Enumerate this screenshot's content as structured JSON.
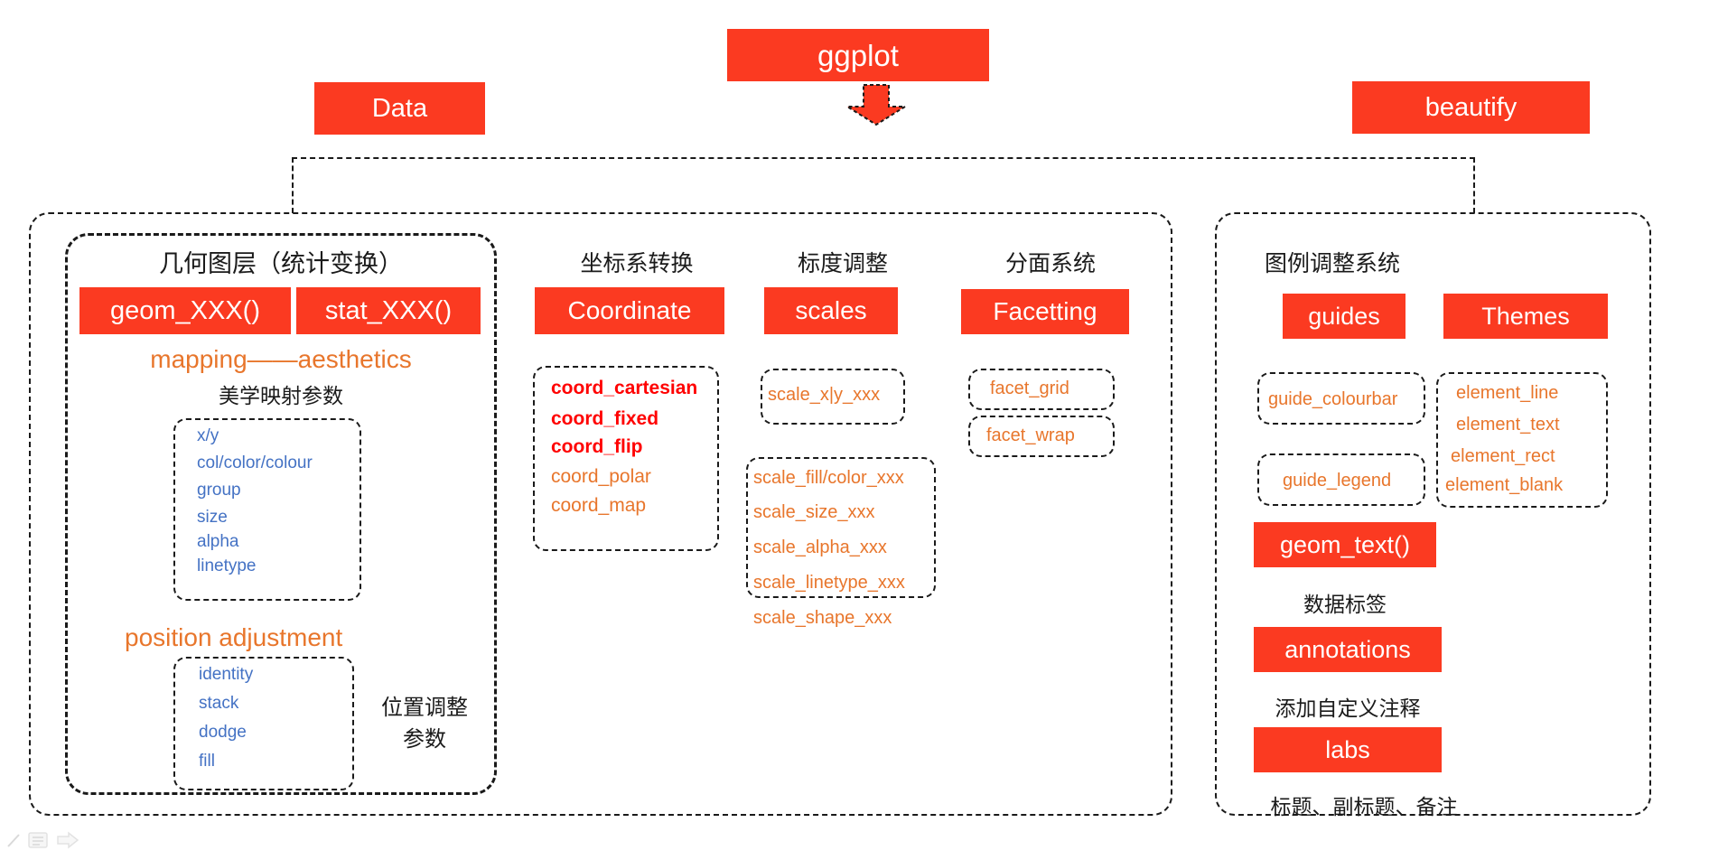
{
  "colors": {
    "accent_red": "#FB3A21",
    "orange": "#E8762C",
    "blue": "#4472C4",
    "bright_red": "#FF0000",
    "dash": "#1A1A1A"
  },
  "top": {
    "root_label": "ggplot",
    "data_label": "Data",
    "beautify_label": "beautify",
    "arrow_icon": "down-arrow-icon"
  },
  "left_panel": {
    "geom_section": {
      "heading": "几何图层（统计变换）",
      "geom_label": "geom_XXX()",
      "stat_label": "stat_XXX()",
      "mapping_title": "mapping——aesthetics",
      "mapping_subtitle": "美学映射参数",
      "aesthetics": [
        "x/y",
        "col/color/colour",
        "group",
        "size",
        "alpha",
        "linetype"
      ],
      "position_title": "position adjustment",
      "position_items": [
        "identity",
        "stack",
        "dodge",
        "fill"
      ],
      "position_note_line1": "位置调整",
      "position_note_line2": "参数"
    },
    "coordinate_section": {
      "heading": "坐标系转换",
      "title": "Coordinate",
      "items": [
        {
          "label": "coord_cartesian",
          "style": "red-bold"
        },
        {
          "label": "coord_fixed",
          "style": "red-bold"
        },
        {
          "label": "coord_flip",
          "style": "red-bold"
        },
        {
          "label": "coord_polar",
          "style": "orange"
        },
        {
          "label": "coord_map",
          "style": "orange"
        }
      ]
    },
    "scales_section": {
      "heading": "标度调整",
      "title": "scales",
      "group_one": [
        "scale_x|y_xxx"
      ],
      "group_two": [
        "scale_fill/color_xxx",
        "scale_size_xxx",
        "scale_alpha_xxx",
        "scale_linetype_xxx",
        "scale_shape_xxx"
      ]
    },
    "facet_section": {
      "heading": "分面系统",
      "title": "Facetting",
      "items": [
        "facet_grid",
        "facet_wrap"
      ]
    }
  },
  "right_panel": {
    "heading": "图例调整系统",
    "guides_title": "guides",
    "themes_title": "Themes",
    "guide_items_one": [
      "guide_colourbar"
    ],
    "guide_items_two": [
      "guide_legend"
    ],
    "theme_items": [
      "element_line",
      "element_text",
      "element_rect",
      "element_blank"
    ],
    "geom_text_label": "geom_text()",
    "geom_text_note": "数据标签",
    "annotations_label": "annotations",
    "annotations_note": "添加自定义注释",
    "labs_label": "labs",
    "labs_note": "标题、副标题、备注"
  },
  "status_bar": {
    "icons": [
      "pen-icon",
      "note-icon",
      "arrow-right-icon"
    ]
  }
}
